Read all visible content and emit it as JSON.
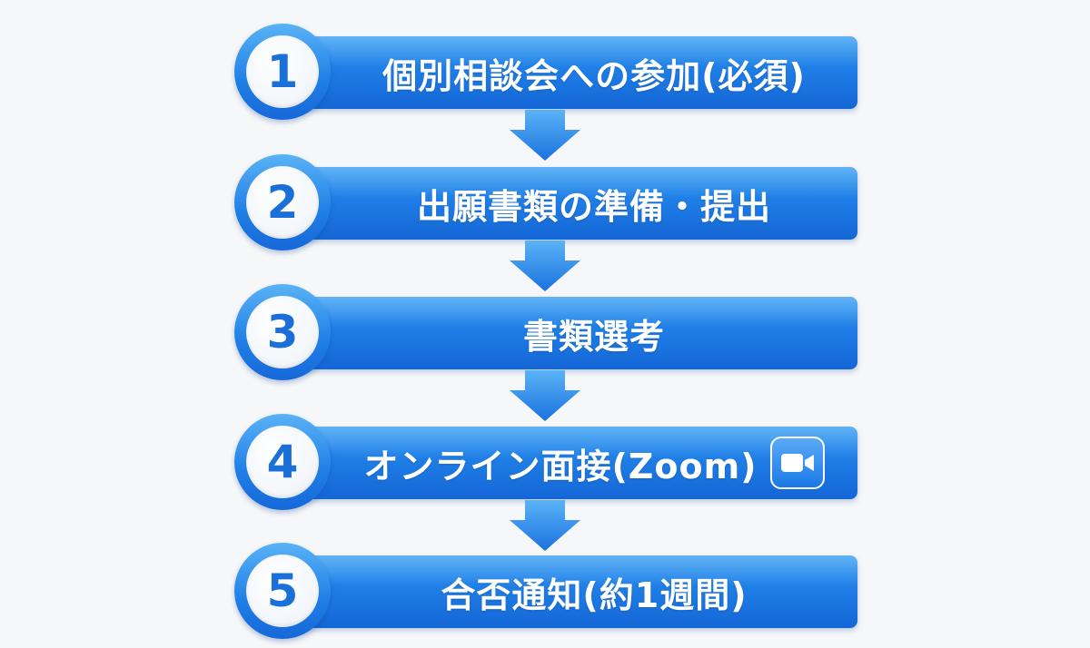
{
  "steps": [
    {
      "number": "1",
      "label": "個別相談会への参加(必須)"
    },
    {
      "number": "2",
      "label": "出願書類の準備・提出"
    },
    {
      "number": "3",
      "label": "書類選考"
    },
    {
      "number": "4",
      "label": "オンライン面接(Zoom)",
      "icon": "zoom-video-icon"
    },
    {
      "number": "5",
      "label": "合否通知(約1週間)"
    }
  ],
  "colors": {
    "bar": "#1f7ee6",
    "number": "#1a6fd8",
    "background": "#f6f7f9"
  }
}
